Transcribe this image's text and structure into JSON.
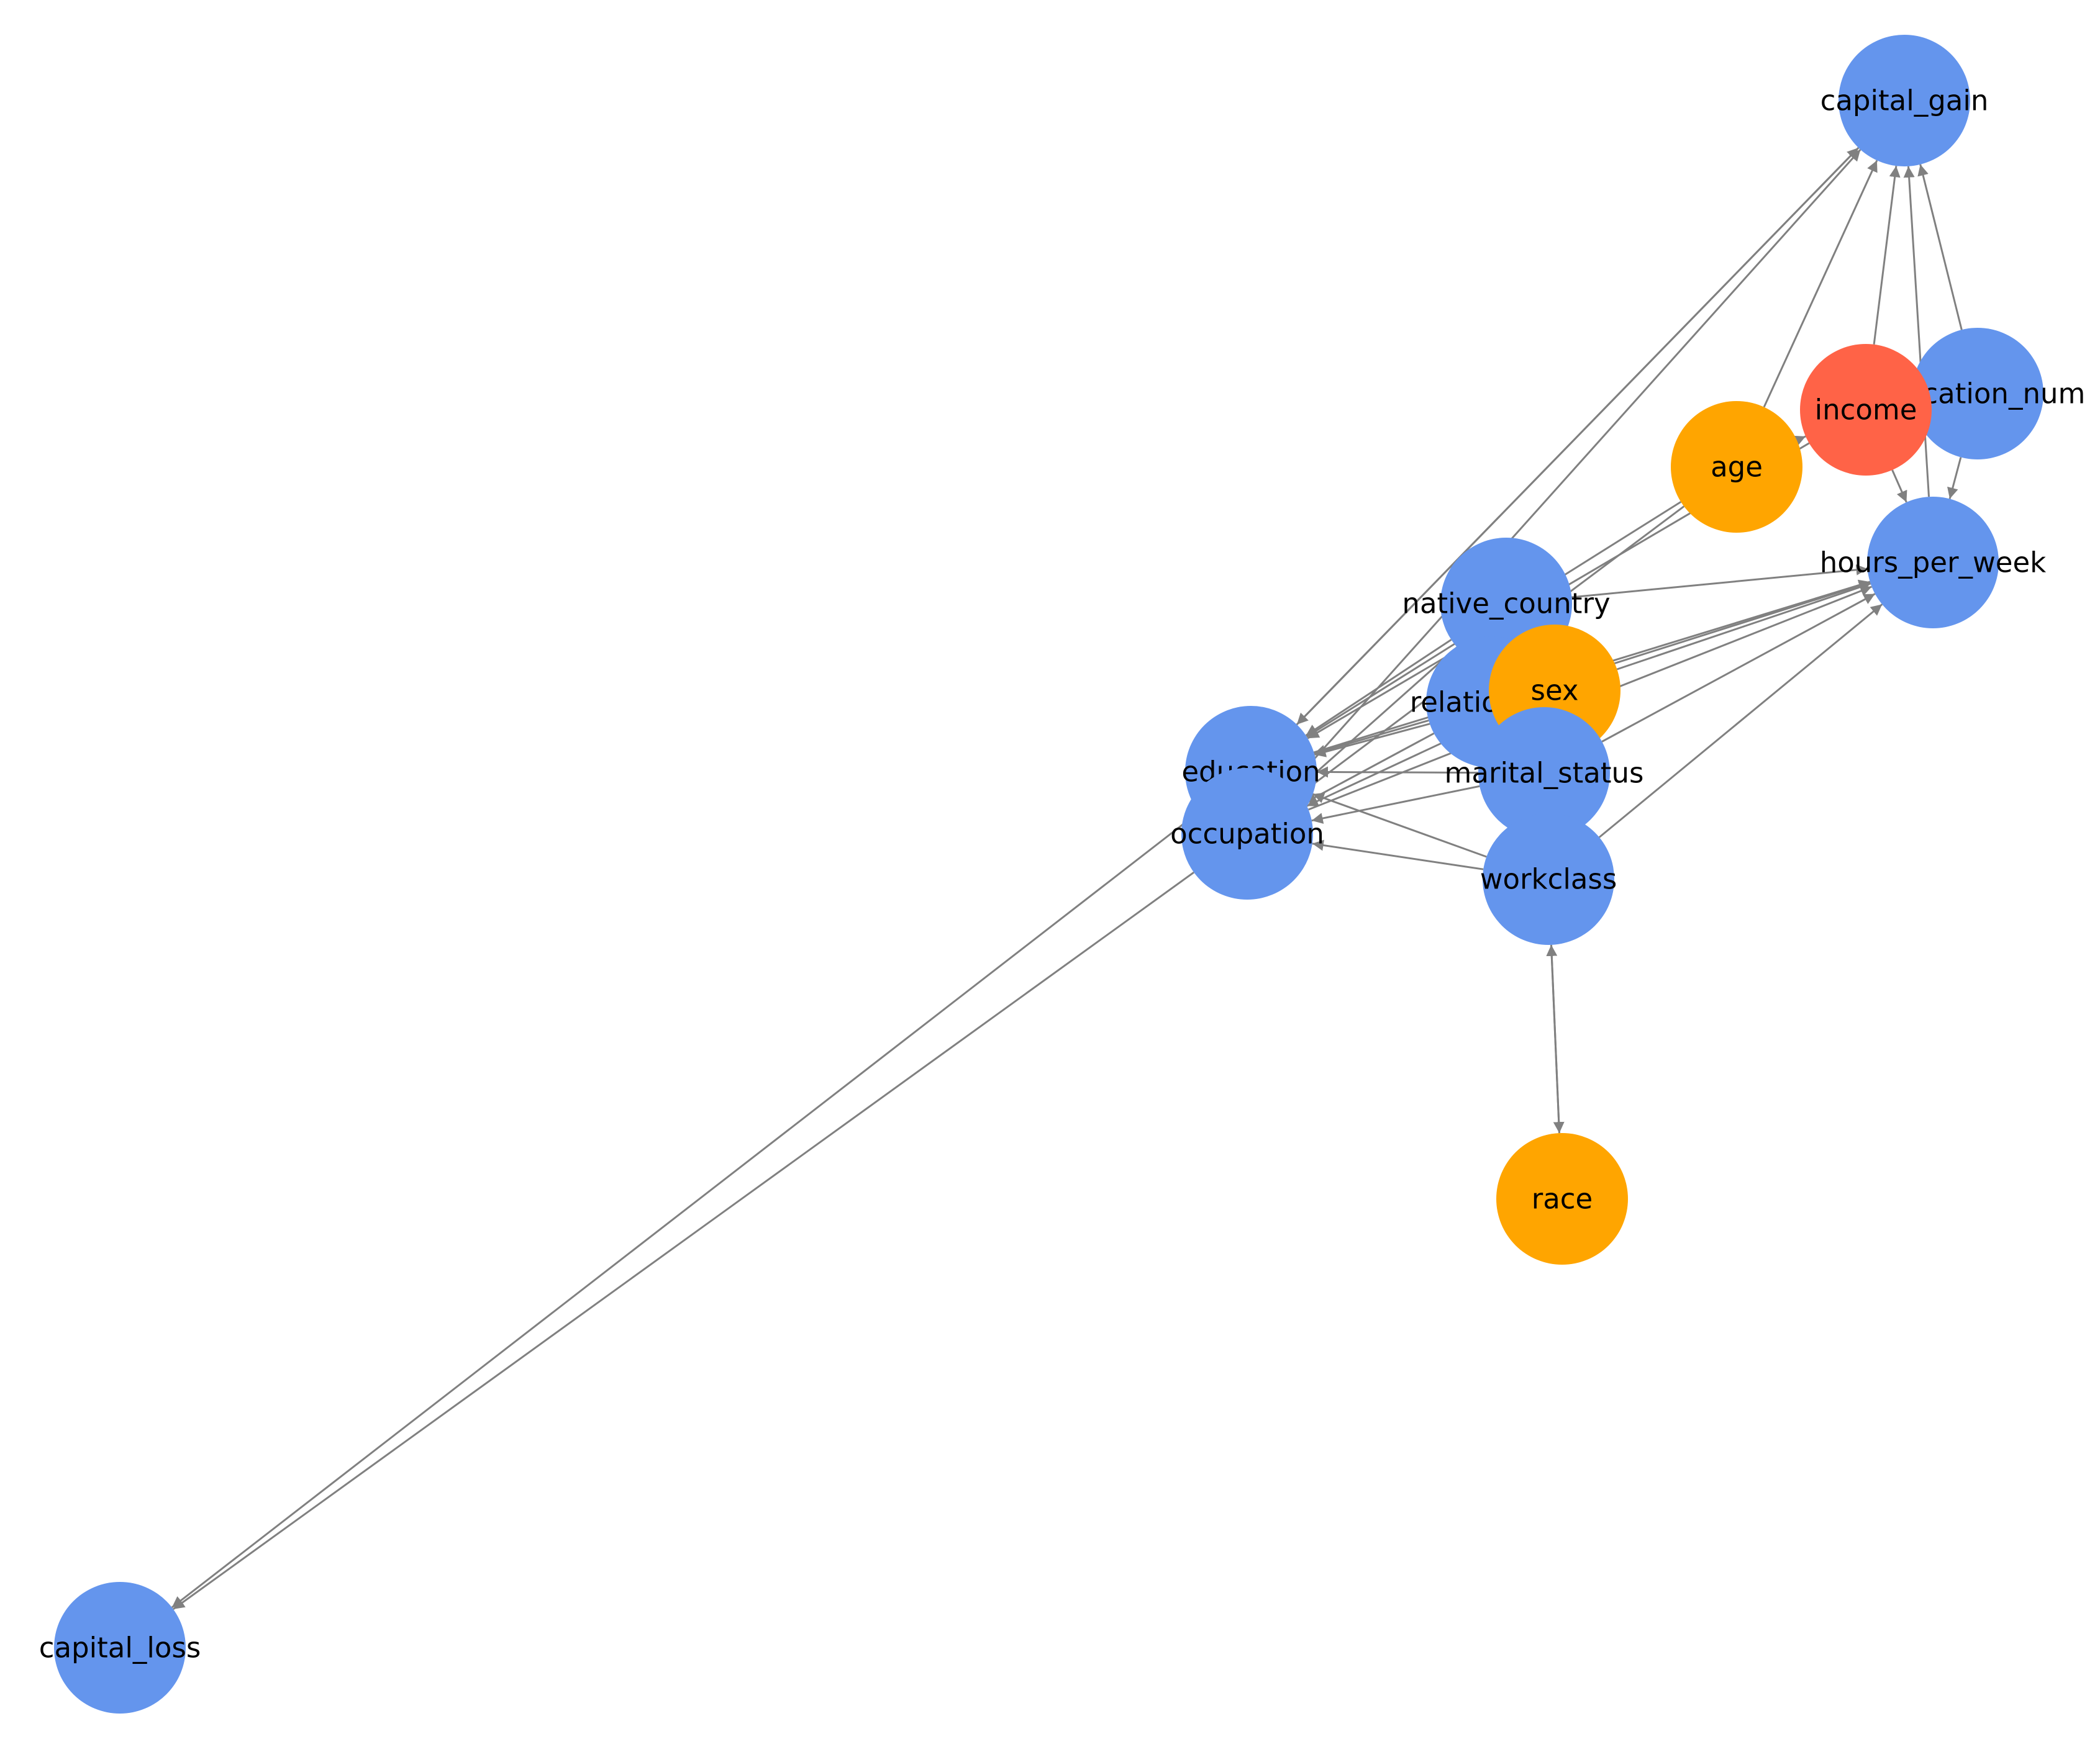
{
  "colors": {
    "feature": "#6495ED",
    "sensitive": "#FFA500",
    "target": "#FF6347",
    "edge": "#808080",
    "background": "#FFFFFF"
  },
  "nodes": [
    {
      "id": "capital_gain",
      "label": "capital_gain",
      "group": "feature"
    },
    {
      "id": "education_num",
      "label": "education_num",
      "group": "feature"
    },
    {
      "id": "income",
      "label": "income",
      "group": "target"
    },
    {
      "id": "age",
      "label": "age",
      "group": "sensitive"
    },
    {
      "id": "hours_per_week",
      "label": "hours_per_week",
      "group": "feature"
    },
    {
      "id": "native_country",
      "label": "native_country",
      "group": "feature"
    },
    {
      "id": "relationship",
      "label": "relationship",
      "group": "feature"
    },
    {
      "id": "sex",
      "label": "sex",
      "group": "sensitive"
    },
    {
      "id": "marital_status",
      "label": "marital_status",
      "group": "feature"
    },
    {
      "id": "education",
      "label": "education",
      "group": "feature"
    },
    {
      "id": "occupation",
      "label": "occupation",
      "group": "feature"
    },
    {
      "id": "workclass",
      "label": "workclass",
      "group": "feature"
    },
    {
      "id": "race",
      "label": "race",
      "group": "sensitive"
    },
    {
      "id": "capital_loss",
      "label": "capital_loss",
      "group": "feature"
    }
  ],
  "edges": [
    [
      "education",
      "capital_gain"
    ],
    [
      "capital_gain",
      "education"
    ],
    [
      "occupation",
      "capital_gain"
    ],
    [
      "age",
      "capital_gain"
    ],
    [
      "income",
      "capital_gain"
    ],
    [
      "education_num",
      "capital_gain"
    ],
    [
      "hours_per_week",
      "capital_gain"
    ],
    [
      "education_num",
      "hours_per_week"
    ],
    [
      "income",
      "hours_per_week"
    ],
    [
      "native_country",
      "hours_per_week"
    ],
    [
      "relationship",
      "hours_per_week"
    ],
    [
      "sex",
      "hours_per_week"
    ],
    [
      "marital_status",
      "hours_per_week"
    ],
    [
      "workclass",
      "hours_per_week"
    ],
    [
      "education",
      "hours_per_week"
    ],
    [
      "occupation",
      "hours_per_week"
    ],
    [
      "age",
      "education"
    ],
    [
      "age",
      "occupation"
    ],
    [
      "income",
      "education"
    ],
    [
      "sex",
      "education"
    ],
    [
      "sex",
      "occupation"
    ],
    [
      "native_country",
      "education"
    ],
    [
      "native_country",
      "occupation"
    ],
    [
      "relationship",
      "education"
    ],
    [
      "relationship",
      "occupation"
    ],
    [
      "marital_status",
      "education"
    ],
    [
      "marital_status",
      "occupation"
    ],
    [
      "workclass",
      "education"
    ],
    [
      "workclass",
      "occupation"
    ],
    [
      "workclass",
      "race"
    ],
    [
      "race",
      "workclass"
    ],
    [
      "education",
      "capital_loss"
    ],
    [
      "occupation",
      "capital_loss"
    ],
    [
      "age",
      "income"
    ]
  ]
}
